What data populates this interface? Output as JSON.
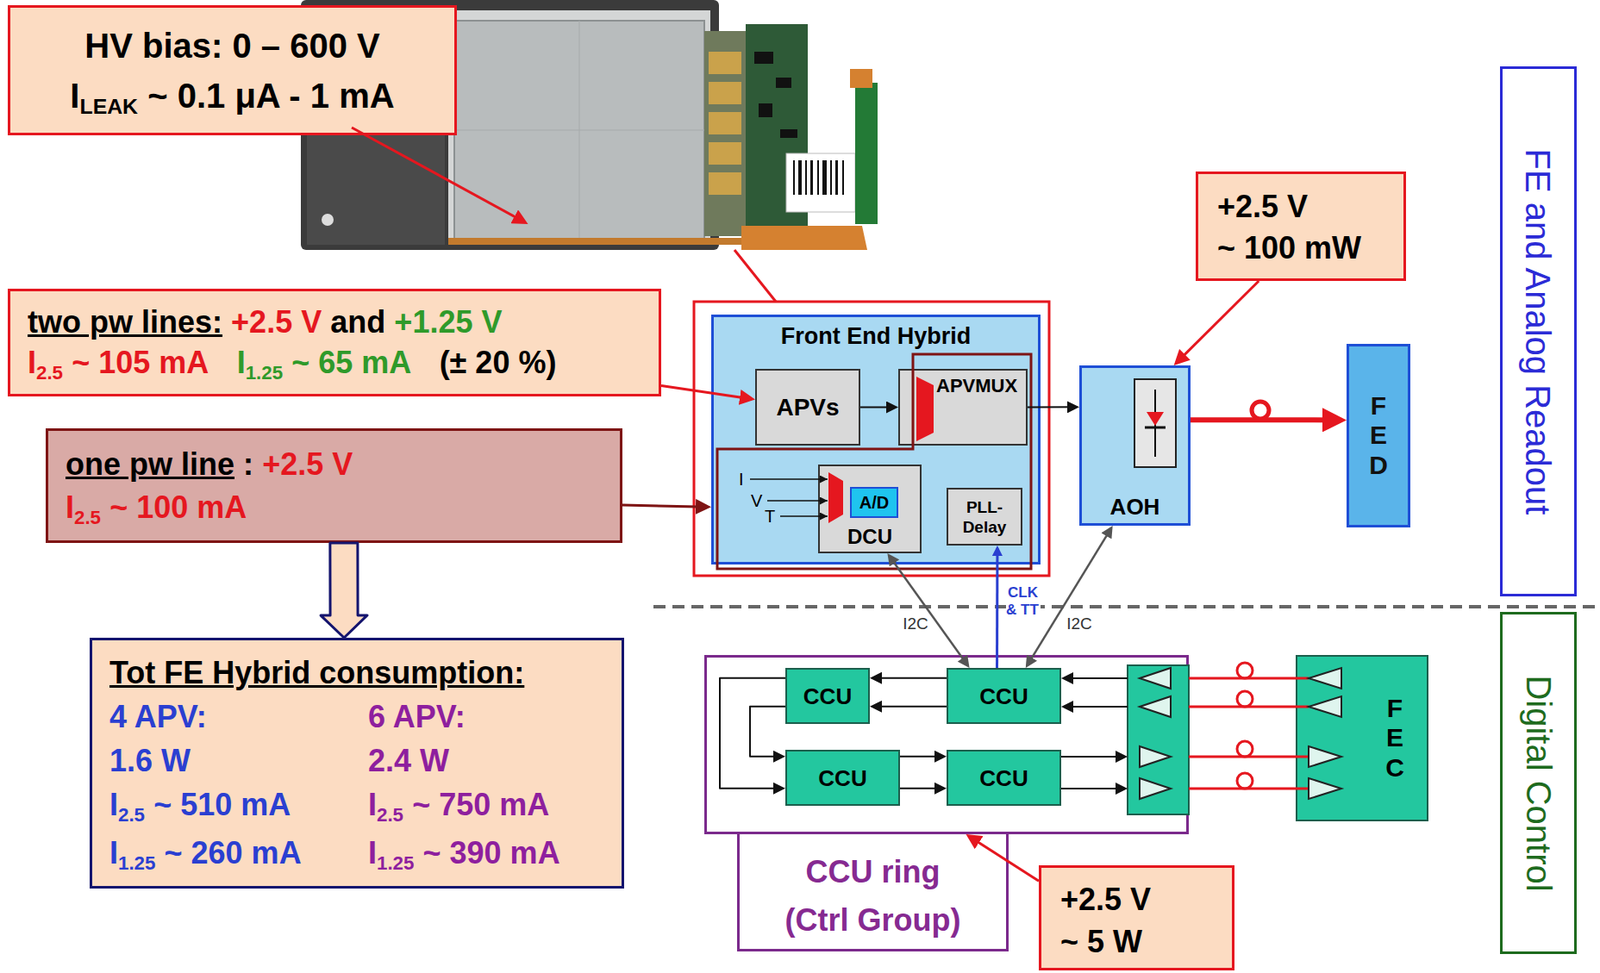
{
  "diagram": {
    "nodes": [
      {
        "text": [
          "HV bias: 0 – 600 V",
          "I",
          "LEAK",
          "~ 0.1 μA - 1 mA"
        ]
      },
      {
        "text": [
          "two pw lines:",
          "+2.5 V",
          "and",
          "+1.25 V",
          "I",
          "2.5",
          "~ 105 mA",
          "I",
          "1.25",
          "~ 65 mA",
          "(± 20 %)"
        ]
      },
      {
        "text": [
          "one pw line",
          ":",
          "+2.5 V",
          "I",
          "2.5",
          "~ 100 mA"
        ]
      },
      {
        "text": [
          "Tot FE Hybrid consumption:",
          "4 APV:",
          "6 APV:",
          "1.6 W",
          "2.4 W",
          "I",
          "2.5",
          "~ 510 mA",
          "I",
          "2.5",
          "~ 750 mA",
          "I",
          "1.25",
          "~ 260 mA",
          "I",
          "1.25",
          "~ 390 mA"
        ]
      },
      {
        "text": [
          "Front End Hybrid"
        ]
      },
      {
        "text": [
          "APVs"
        ],
        "in": 4
      },
      {
        "text": [
          "APVMUX"
        ],
        "in": 4
      },
      {
        "text": [
          "DCU"
        ],
        "in": 4
      },
      {
        "text": [
          "A/D"
        ],
        "in": 7
      },
      {
        "text": [
          "PLL-Delay"
        ],
        "in": 4
      },
      {
        "text": [
          "+2.5 V",
          "~ 100 mW"
        ]
      },
      {
        "text": [
          "AOH"
        ]
      },
      {
        "text": [
          "FED"
        ]
      },
      {
        "text": [
          "CCU ring",
          "(Ctrl Group)"
        ]
      },
      {
        "text": [
          "CCU"
        ],
        "in": 13
      },
      {
        "text": [
          "CCU"
        ],
        "in": 13
      },
      {
        "text": [
          "CCU"
        ],
        "in": 13
      },
      {
        "text": [
          "CCU"
        ],
        "in": 13
      },
      {
        "text": [
          "FEC"
        ]
      },
      {
        "text": [
          "+2.5 V",
          "~ 5 W"
        ]
      },
      {
        "text": [
          "FE and Analog Readout"
        ]
      },
      {
        "text": [
          "Digital Control"
        ]
      }
    ],
    "edges": [
      {
        "from": 1,
        "to": 5,
        "arrow": "to"
      },
      {
        "from": 2,
        "to": 4,
        "arrow": "to"
      },
      {
        "from": 2,
        "to": 3,
        "arrow": "to"
      },
      {
        "from": 5,
        "to": 6,
        "arrow": "to"
      },
      {
        "from": 6,
        "to": 11,
        "arrow": "to"
      },
      {
        "from": 11,
        "to": 12,
        "arrow": "to"
      },
      {
        "from": 10,
        "to": 11,
        "arrow": "to"
      },
      {
        "from": 7,
        "to": 15,
        "label": "I2C",
        "arrow": "both"
      },
      {
        "from": 15,
        "to": 9,
        "label": "CLK & TT",
        "arrow": "to"
      },
      {
        "from": 11,
        "to": 15,
        "label": "I2C",
        "arrow": "both"
      },
      {
        "from": 15,
        "to": 14,
        "arrow": "to"
      },
      {
        "from": 15,
        "to": 14,
        "arrow": "to"
      },
      {
        "from": 14,
        "to": 16,
        "arrow": "to"
      },
      {
        "from": 14,
        "to": 16,
        "arrow": "to"
      },
      {
        "from": 16,
        "to": 17,
        "arrow": "to"
      },
      {
        "from": 16,
        "to": 17,
        "arrow": "to"
      },
      {
        "from": 19,
        "to": 13,
        "arrow": "to"
      }
    ],
    "labels": [
      "I",
      "V",
      "T"
    ]
  }
}
